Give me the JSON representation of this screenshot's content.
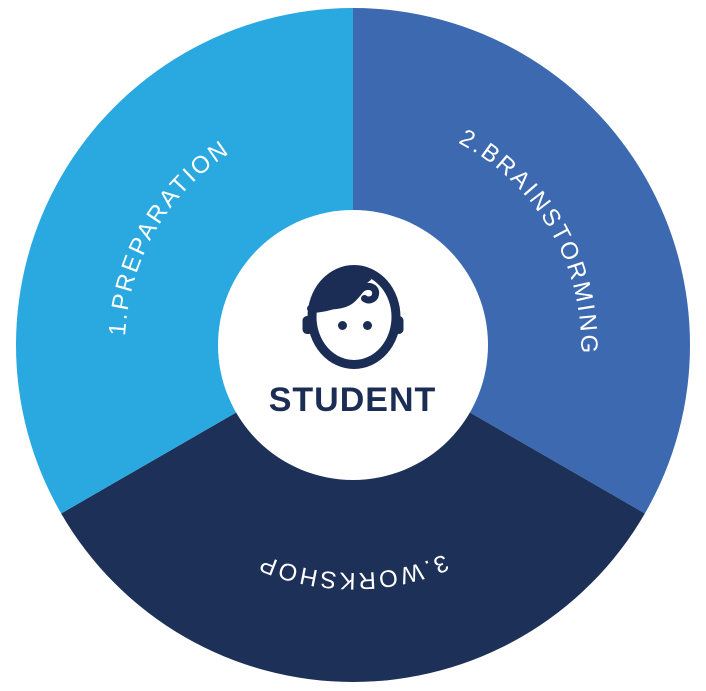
{
  "diagram": {
    "center_label": "STUDENT",
    "center_icon": "student-face-icon",
    "background_color": "#FFFFFF",
    "center_circle_color": "#FFFFFF",
    "icon_color": "#1B2D55",
    "label_text_color": "#FFFFFF",
    "segments": [
      {
        "label": "1.PREPARATION",
        "color": "#2AA8E0"
      },
      {
        "label": "2.BRAINSTORMING",
        "color": "#3C69B0"
      },
      {
        "label": "3.WORKSHOP",
        "color": "#1D3058"
      }
    ]
  }
}
